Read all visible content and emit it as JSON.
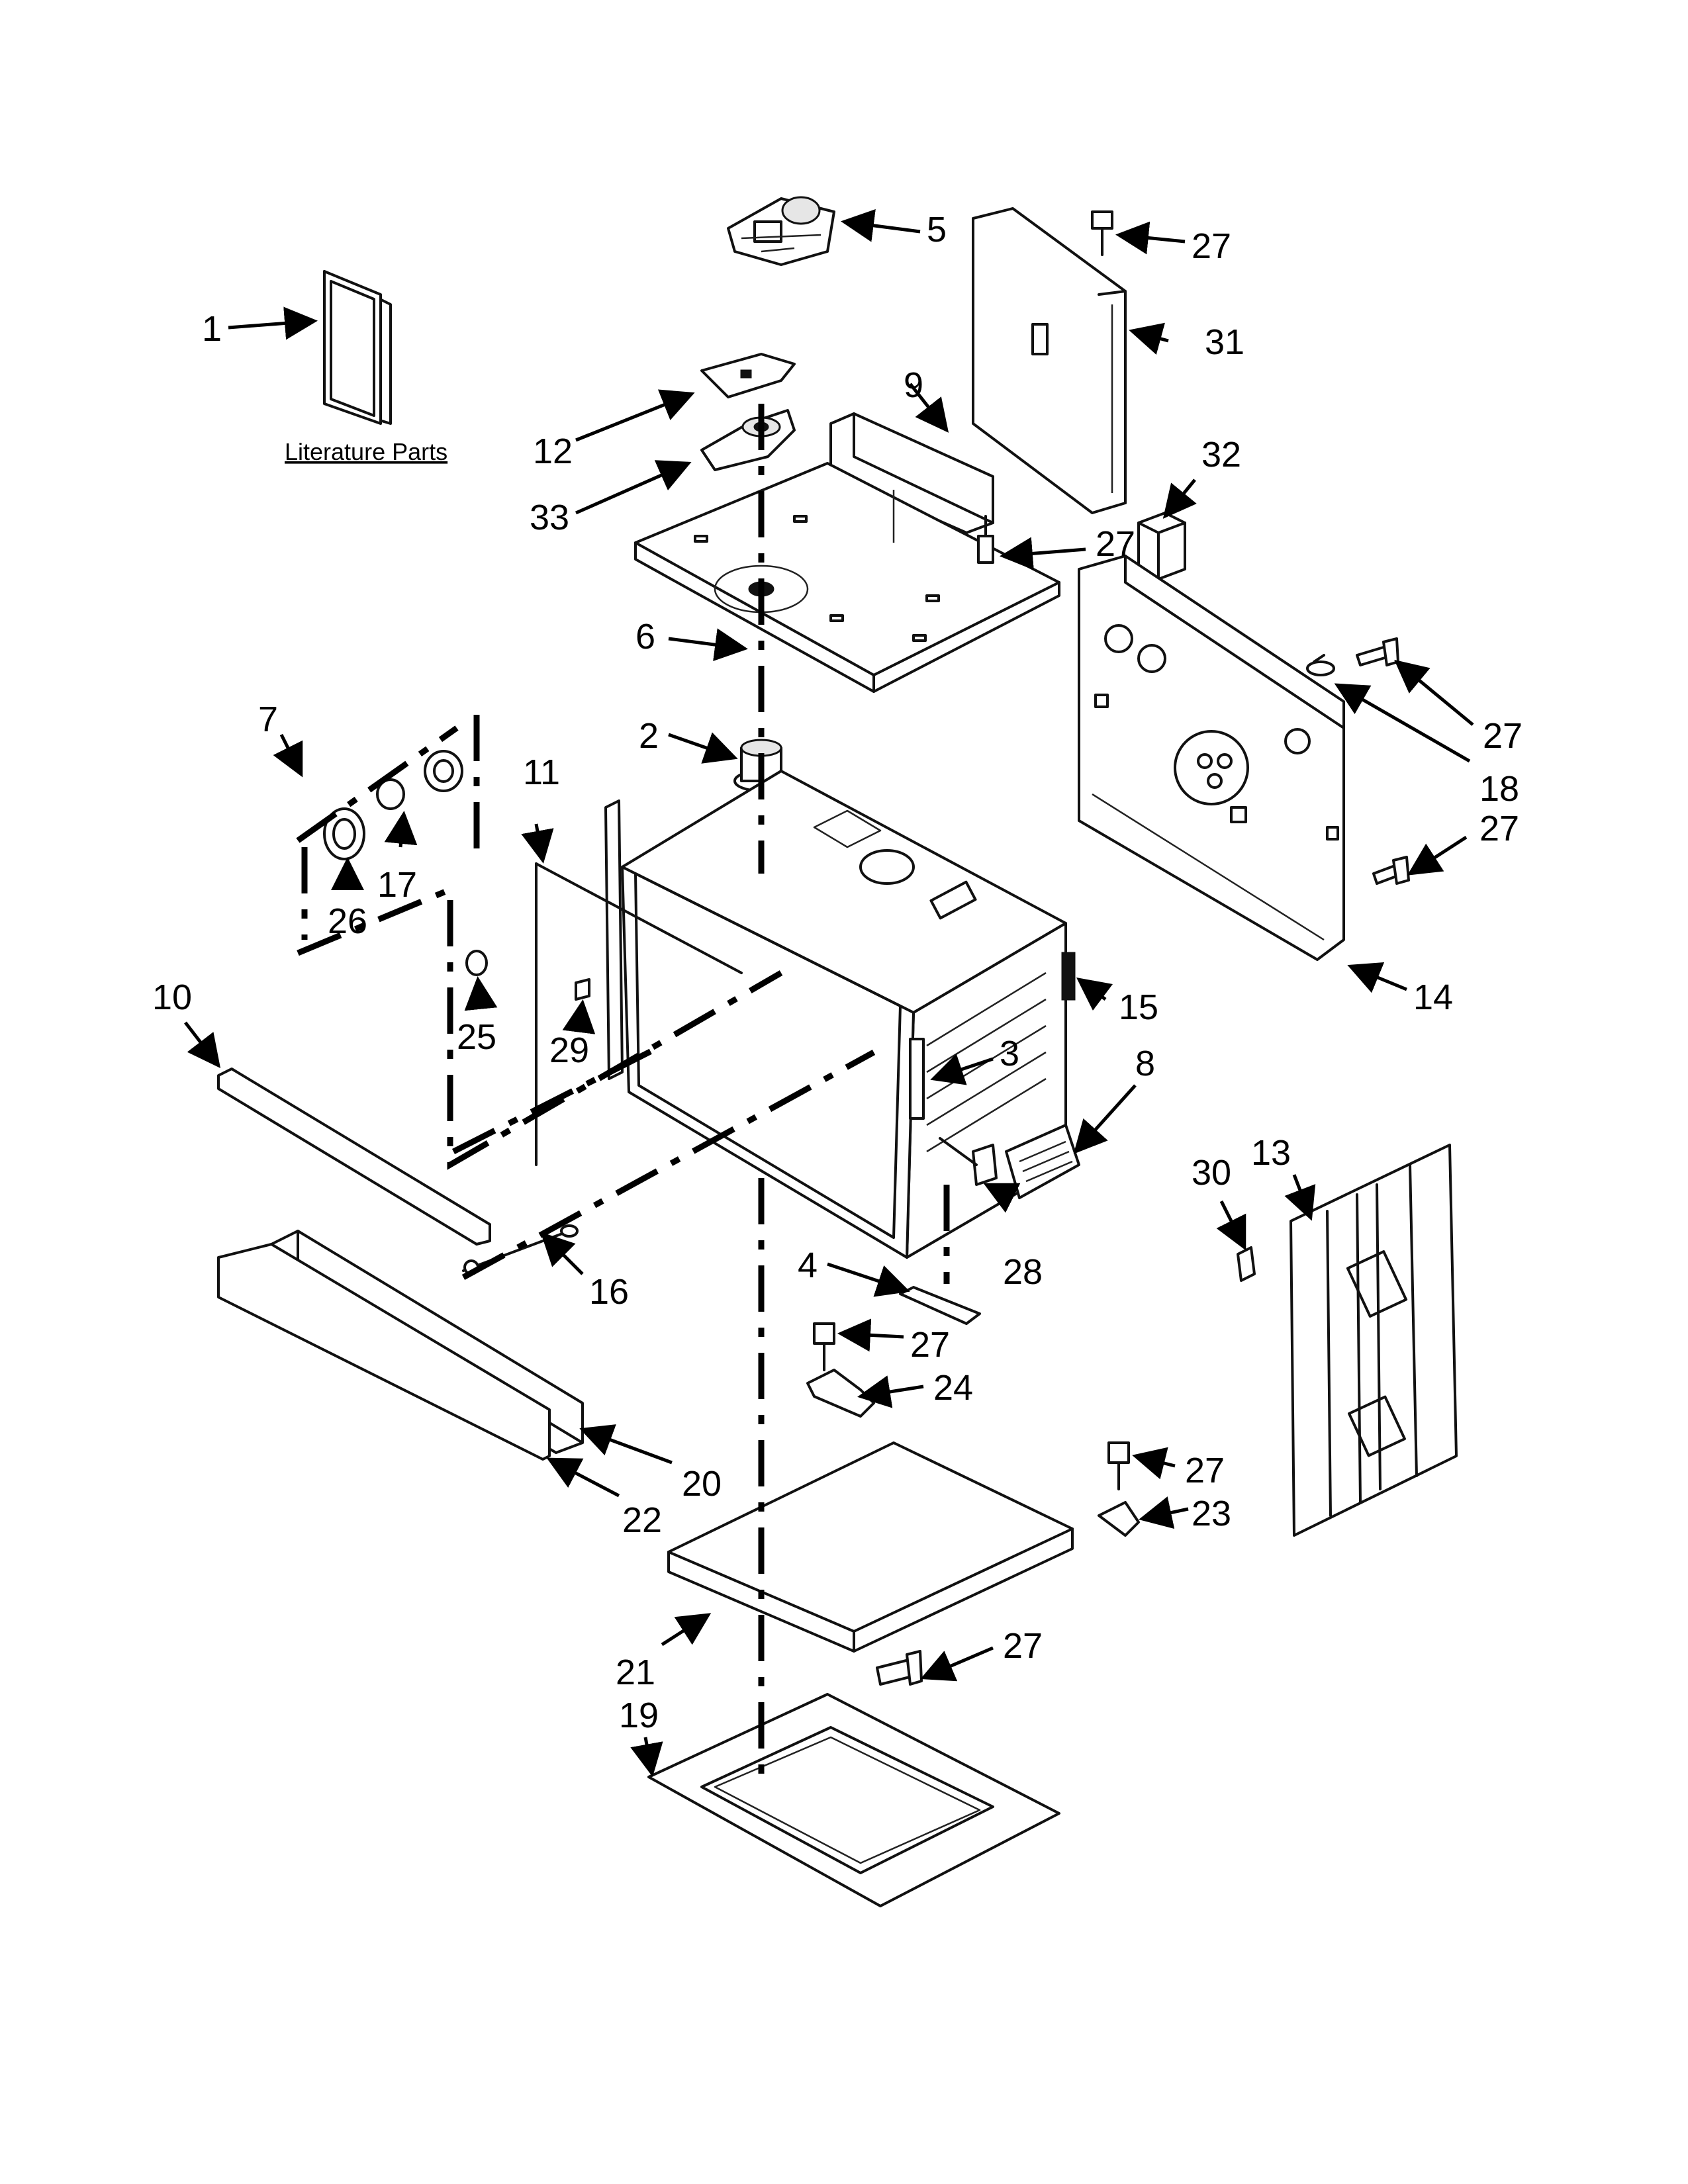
{
  "literature_label": "Literature Parts",
  "callouts": [
    "1",
    "2",
    "3",
    "4",
    "5",
    "6",
    "7",
    "8",
    "9",
    "10",
    "11",
    "12",
    "13",
    "14",
    "15",
    "16",
    "17",
    "18",
    "19",
    "20",
    "21",
    "22",
    "23",
    "24",
    "25",
    "26",
    "27",
    "28",
    "29",
    "30",
    "31",
    "32",
    "33"
  ]
}
